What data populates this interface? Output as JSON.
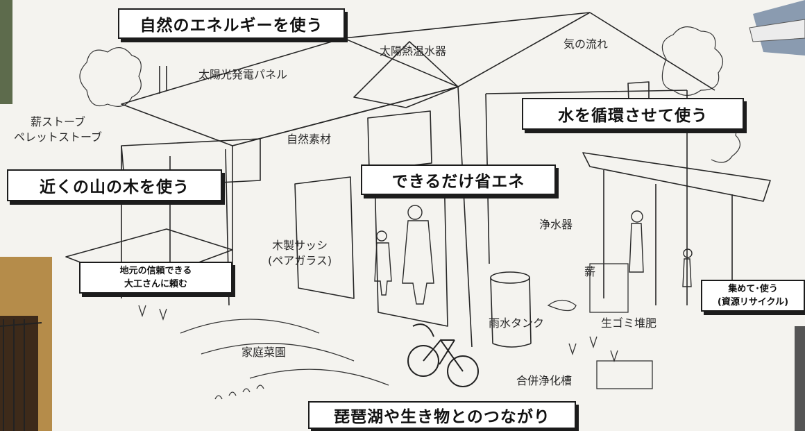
{
  "callouts": {
    "energy": "自然のエネルギーを使う",
    "water": "水を循環させて使う",
    "mountain_wood": "近くの山の木を使う",
    "save_energy": "できるだけ省エネ",
    "carpenter_line1": "地元の信頼できる",
    "carpenter_line2": "大工さんに頼む",
    "recycle_line1": "集めて･使う",
    "recycle_line2": "(資源リサイクル)",
    "biwako": "琵琶湖や生き物とのつながり"
  },
  "labels": {
    "solar_panel": "太陽光発電パネル",
    "solar_water_heater": "太陽熱温水器",
    "airflow": "気の流れ",
    "stove_line1": "薪ストーブ",
    "stove_line2": "ペレットストーブ",
    "natural_materials": "自然素材",
    "water_purifier": "浄水器",
    "firewood": "薪",
    "sash_line1": "木製サッシ",
    "sash_line2": "(ペアガラス)",
    "rain_tank": "雨水タンク",
    "compost": "生ゴミ堆肥",
    "garden": "家庭菜園",
    "septic_tank": "合併浄化槽"
  },
  "colors": {
    "ink": "#1c1c1c",
    "paper": "#f4f3ef",
    "callout_bg": "#ffffff"
  }
}
